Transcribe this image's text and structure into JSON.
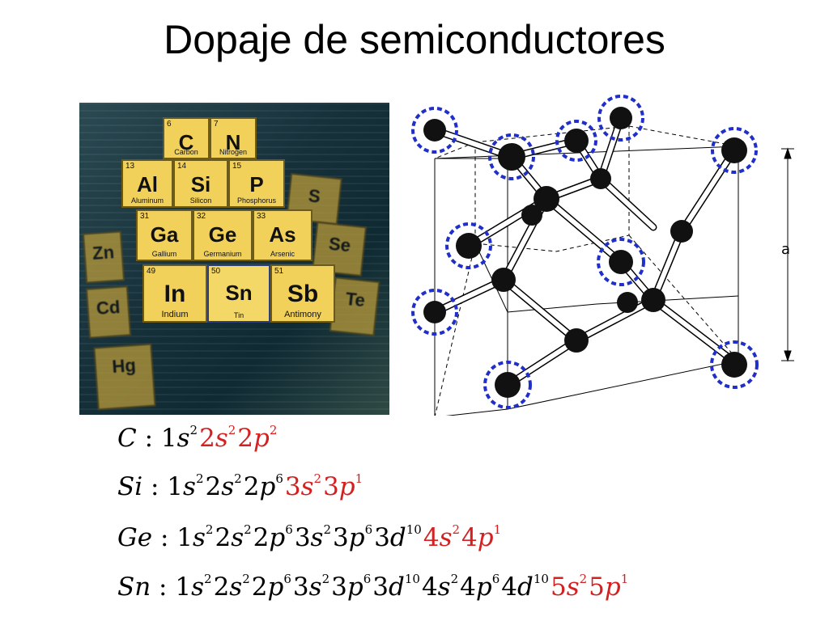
{
  "slide": {
    "title": "Dopaje de semiconductores"
  },
  "periodic_table": {
    "cells": [
      {
        "id": "c",
        "num": "6",
        "sym": "C",
        "name": "Carbon"
      },
      {
        "id": "n",
        "num": "7",
        "sym": "N",
        "name": "Nitrogen"
      },
      {
        "id": "al",
        "num": "13",
        "sym": "Al",
        "name": "Aluminum"
      },
      {
        "id": "si",
        "num": "14",
        "sym": "Si",
        "name": "Silicon"
      },
      {
        "id": "p",
        "num": "15",
        "sym": "P",
        "name": "Phosphorus"
      },
      {
        "id": "ga",
        "num": "31",
        "sym": "Ga",
        "name": "Gallium"
      },
      {
        "id": "ge",
        "num": "32",
        "sym": "Ge",
        "name": "Germanium"
      },
      {
        "id": "as",
        "num": "33",
        "sym": "As",
        "name": "Arsenic"
      },
      {
        "id": "in",
        "num": "49",
        "sym": "In",
        "name": "Indium"
      },
      {
        "id": "sn",
        "num": "50",
        "sym": "Sn",
        "name": "Tin"
      },
      {
        "id": "sb",
        "num": "51",
        "sym": "Sb",
        "name": "Antimony"
      }
    ],
    "ghost_cells": [
      {
        "id": "zn",
        "sym": "Zn"
      },
      {
        "id": "cd",
        "sym": "Cd"
      },
      {
        "id": "hg",
        "sym": "Hg"
      },
      {
        "id": "s",
        "sym": "S"
      },
      {
        "id": "se",
        "sym": "Se"
      },
      {
        "id": "te",
        "sym": "Te"
      }
    ]
  },
  "lattice": {
    "dimension_label": "a",
    "accent": "#1f2fc8"
  },
  "formulas": {
    "c": {
      "el": "C",
      "s1": "2",
      "s2": "2",
      "s3": "2"
    },
    "si": {
      "el": "Si",
      "s1": "2",
      "s2": "2",
      "s3": "6",
      "s4": "2",
      "s5": "1"
    },
    "ge": {
      "el": "Ge",
      "s1": "2",
      "s2": "2",
      "s3": "6",
      "s4": "2",
      "s5": "6",
      "s6": "10",
      "s7": "2",
      "s8": "1"
    },
    "sn": {
      "el": "Sn",
      "s1": "2",
      "s2": "2",
      "s3": "6",
      "s4": "2",
      "s5": "6",
      "s6": "10",
      "s7": "2",
      "s8": "6",
      "s9": "10",
      "s10": "2",
      "s11": "1"
    }
  },
  "colors": {
    "highlight": "#d42020"
  }
}
